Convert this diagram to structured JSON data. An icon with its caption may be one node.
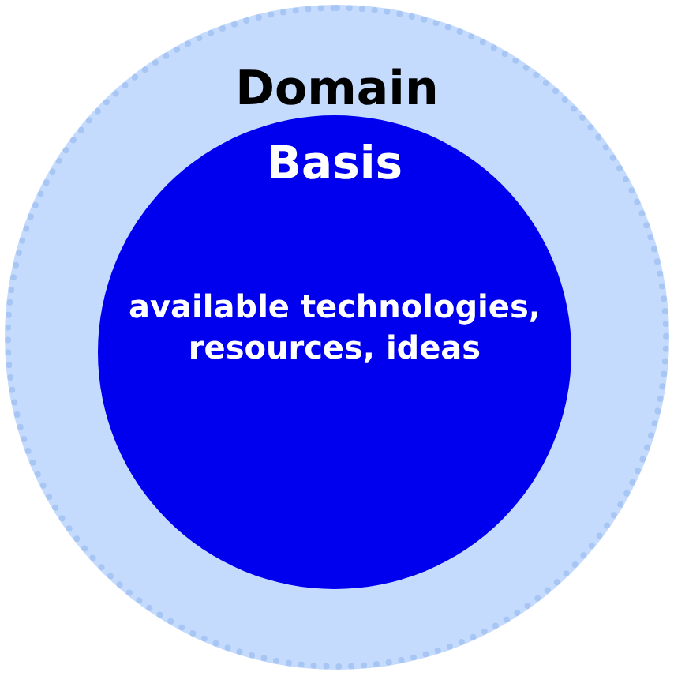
{
  "diagram": {
    "nodes": [
      {
        "text": [
          "Domain"
        ]
      },
      {
        "text": [
          "Basis",
          "available technologies, resources, ideas"
        ],
        "in": 0
      }
    ]
  }
}
